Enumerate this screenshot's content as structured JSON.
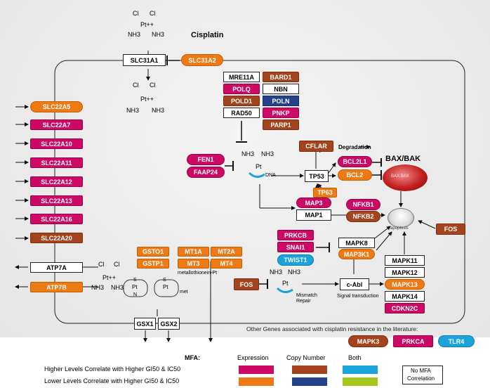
{
  "title": "Cisplatin",
  "chem": {
    "cl": "Cl",
    "pt": "Pt++",
    "nh3": "NH3",
    "dna": "DNA",
    "s": "S",
    "n": "N",
    "met": "met",
    "pt_plain": "Pt"
  },
  "nodes": {
    "slc31a1": "SLC31A1",
    "slc31a2": "SLC31A2",
    "slc22a5": "SLC22A5",
    "slc22a7": "SLC22A7",
    "slc22a10": "SLC22A10",
    "slc22a11": "SLC22A11",
    "slc22a12": "SLC22A12",
    "slc22a13": "SLC22A13",
    "slc22a16": "SLC22A16",
    "slc22a20": "SLC22A20",
    "atp7a": "ATP7A",
    "atp7b": "ATP7B",
    "mre11a": "MRE11A",
    "bard1": "BARD1",
    "polq": "POLQ",
    "nbn": "NBN",
    "pold1": "POLD1",
    "poln": "POLN",
    "rad50": "RAD50",
    "pnkp": "PNKP",
    "parp1": "PARP1",
    "fen1": "FEN1",
    "faap24": "FAAP24",
    "cflar": "CFLAR",
    "bcl2l1": "BCL2L1",
    "bcl2": "BCL2",
    "tp53": "TP53",
    "tp63": "TP63",
    "map3": "MAP3",
    "map1": "MAP1",
    "nfkb1": "NFKB1",
    "nfkb2": "NFKB2",
    "prkcb": "PRKCB",
    "snai1": "SNAI1",
    "twist1": "TWIST1",
    "mapk8": "MAPK8",
    "map3k1": "MAP3K1",
    "fos1": "FOS",
    "fos2": "FOS",
    "mapk11": "MAPK11",
    "mapk12": "MAPK12",
    "mapk13": "MAPK13",
    "mapk14": "MAPK14",
    "cdkn2c": "CDKN2C",
    "cabl": "c-Abl",
    "gsto1": "GSTO1",
    "gstp1": "GSTP1",
    "mt1a": "MT1A",
    "mt2a": "MT2A",
    "mt3": "MT3",
    "mt4": "MT4",
    "gsx1": "GSX1",
    "gsx2": "GSX2"
  },
  "labels": {
    "degradation": "Degradation",
    "baxbak": "BAX/BAK",
    "baxbak_small": "BAX BAX",
    "apoptosis": "apoptosis",
    "metallothionein": "metallothionein-Pt",
    "mismatch": "Mismatch",
    "repair": "Repair",
    "signal": "Signal transduction",
    "other_genes": "Other Genes associated with cisplatin resistance in the literature:"
  },
  "other_genes": {
    "mapk3": "MAPK3",
    "prkca": "PRKCA",
    "tlr4": "TLR4"
  },
  "legend": {
    "mfa": "MFA:",
    "expression": "Expression",
    "copy_number": "Copy Number",
    "both": "Both",
    "higher_row": "Higher Levels Correlate with Higher GI50 & IC50",
    "lower_row": "Lower Levels Correlate with Higher GI50 & IC50",
    "no_mfa_1": "No MFA",
    "no_mfa_2": "Correlation"
  },
  "colors": {
    "expression_high": "#cc0a65",
    "expression_low": "#ed7a14",
    "copy_high": "#a3441e",
    "copy_low": "#24418c",
    "both_high": "#1ba3db",
    "both_low": "#a5c61a"
  }
}
